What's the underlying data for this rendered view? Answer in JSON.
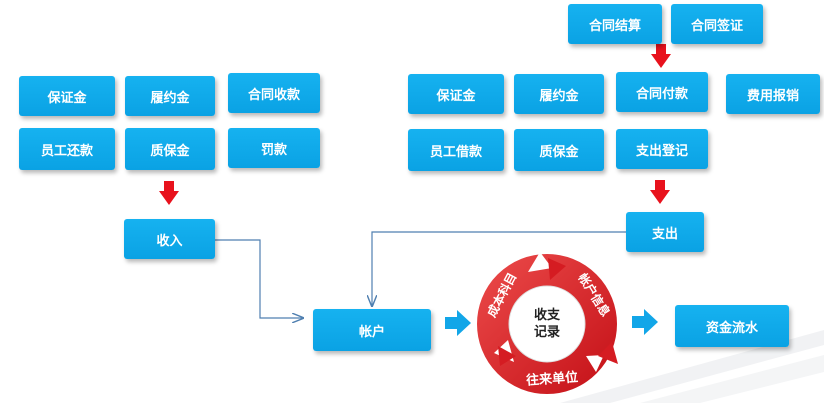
{
  "left_group": {
    "row1": [
      "保证金",
      "履约金",
      "合同收款"
    ],
    "row2": [
      "员工还款",
      "质保金",
      "罚款"
    ],
    "result": "收入"
  },
  "right_group": {
    "top": [
      "合同结算",
      "合同签证"
    ],
    "row1": [
      "保证金",
      "履约金",
      "合同付款",
      "费用报销"
    ],
    "row2": [
      "员工借款",
      "质保金",
      "支出登记"
    ],
    "result": "支出"
  },
  "account": "帐户",
  "cycle": {
    "center_line1": "收支",
    "center_line2": "记录",
    "segments": [
      "成本科目",
      "帐户信息",
      "往来单位"
    ]
  },
  "output": "资金流水",
  "colors": {
    "box": "#0aa2e4",
    "arrow_red": "#e8121d",
    "arrow_blue": "#12a6e8",
    "ring": "#e0262a",
    "connector": "#4f7fb0"
  }
}
